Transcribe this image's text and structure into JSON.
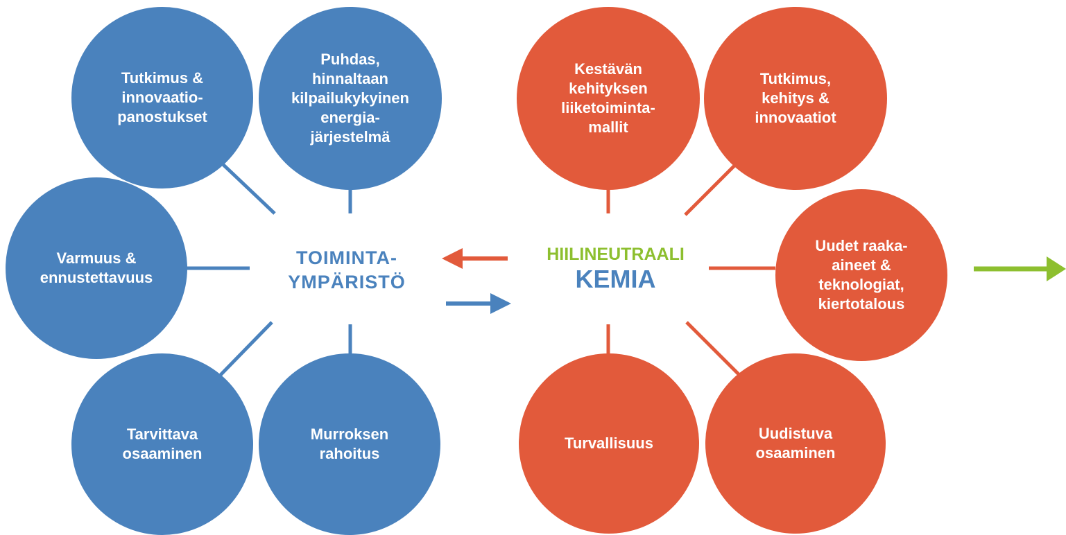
{
  "colors": {
    "blue": "#4a82bd",
    "red": "#e25a3b",
    "green": "#8dbf2f"
  },
  "left_group": {
    "center_label": "TOIMINTA-\nYMPÄRISTÖ",
    "circles": [
      {
        "label": "Tutkimus &\ninnovaatio-\npanostukset"
      },
      {
        "label": "Puhdas,\nhinnaltaan\nkilpailukykyinen\nenergia-\njärjestelmä"
      },
      {
        "label": "Varmuus &\nennustettavuus"
      },
      {
        "label": "Tarvittava\nosaaminen"
      },
      {
        "label": "Murroksen\nrahoitus"
      }
    ]
  },
  "right_group": {
    "logo": {
      "line1": "HIILINEUTRAALI",
      "line2": "KEMIA"
    },
    "circles": [
      {
        "label": "Kestävän\nkehityksen\nliiketoiminta-\nmallit"
      },
      {
        "label": "Tutkimus,\nkehitys &\ninnovaatiot"
      },
      {
        "label": "Uudet raaka-\naineet &\nteknologiat,\nkiertotalous"
      },
      {
        "label": "Turvallisuus"
      },
      {
        "label": "Uudistuva\nosaaminen"
      }
    ]
  },
  "arrows": [
    {
      "direction": "left",
      "color": "#e25a3b"
    },
    {
      "direction": "right",
      "color": "#4a82bd"
    },
    {
      "direction": "right",
      "color": "#8dbf2f"
    }
  ]
}
